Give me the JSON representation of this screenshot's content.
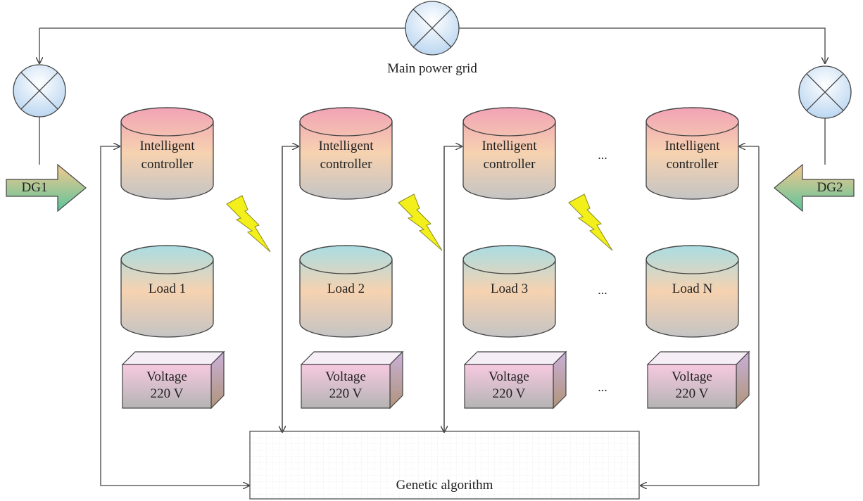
{
  "grid_label": "Main power grid",
  "generators": [
    {
      "label": "DG1"
    },
    {
      "label": "DG2"
    }
  ],
  "controllers": [
    {
      "line1": "Intelligent",
      "line2": "controller"
    },
    {
      "line1": "Intelligent",
      "line2": "controller"
    },
    {
      "line1": "Intelligent",
      "line2": "controller"
    },
    {
      "line1": "Intelligent",
      "line2": "controller"
    }
  ],
  "loads": [
    {
      "label": "Load 1"
    },
    {
      "label": "Load 2"
    },
    {
      "label": "Load 3"
    },
    {
      "label": "Load N"
    }
  ],
  "voltages": [
    {
      "line1": "Voltage",
      "line2": "220 V"
    },
    {
      "line1": "Voltage",
      "line2": "220 V"
    },
    {
      "line1": "Voltage",
      "line2": "220 V"
    },
    {
      "line1": "Voltage",
      "line2": "220 V"
    }
  ],
  "ellipsis": "...",
  "algorithm_label": "Genetic algorithm",
  "colors": {
    "line": "#444444",
    "controller_top": "#f2a3b5",
    "controller_mid": "#f6d2b0",
    "controller_bottom": "#c4c4c4",
    "load_top": "#a9dde3",
    "load_mid": "#f6d2b0",
    "load_bottom": "#c4c4c4",
    "voltage_top": "#f7c9e0",
    "voltage_bottom": "#b4b4b4",
    "bolt": "#f2ef1a",
    "switch_fill": "#b7d4f0",
    "dg_top": "#f5c88d",
    "dg_bottom": "#5bc49c"
  }
}
